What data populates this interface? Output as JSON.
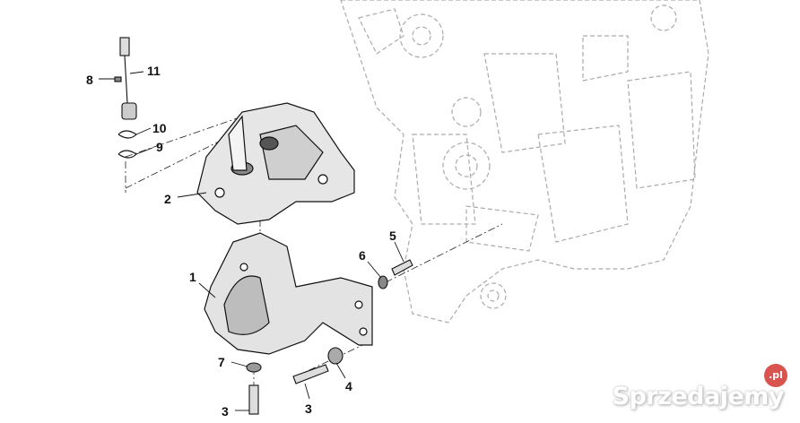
{
  "diagram": {
    "callouts": [
      {
        "id": "11",
        "label": "11"
      },
      {
        "id": "8",
        "label": "8"
      },
      {
        "id": "10",
        "label": "10"
      },
      {
        "id": "9",
        "label": "9"
      },
      {
        "id": "2",
        "label": "2"
      },
      {
        "id": "5",
        "label": "5"
      },
      {
        "id": "6",
        "label": "6"
      },
      {
        "id": "1",
        "label": "1"
      },
      {
        "id": "7",
        "label": "7"
      },
      {
        "id": "4",
        "label": "4"
      },
      {
        "id": "3a",
        "label": "3"
      },
      {
        "id": "3b",
        "label": "3"
      }
    ]
  },
  "watermark": {
    "text": "Sprzedajemy",
    "badge": ".pl",
    "badge_color": "#d9534f"
  }
}
